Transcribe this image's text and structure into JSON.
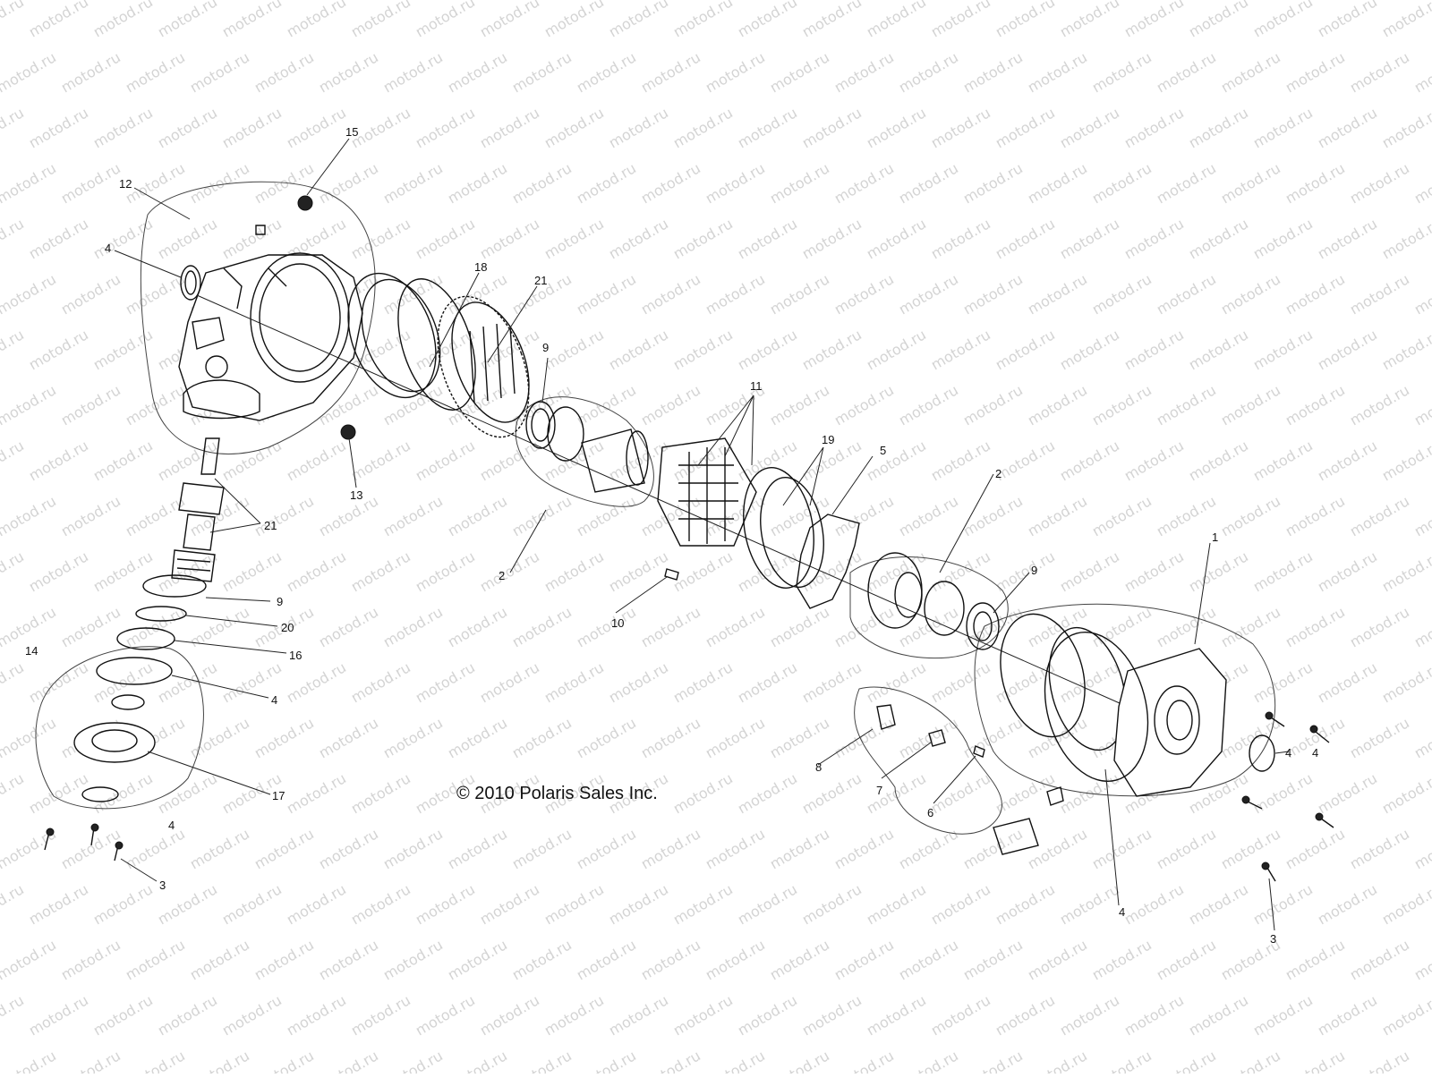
{
  "watermark": "motod.ru",
  "copyright": "© 2010 Polaris Sales Inc.",
  "callouts": [
    "15",
    "12",
    "4",
    "18",
    "21",
    "9",
    "11",
    "13",
    "21",
    "19",
    "5",
    "2",
    "2",
    "9",
    "20",
    "16",
    "4",
    "10",
    "1",
    "9",
    "14",
    "4",
    "17",
    "8",
    "7",
    "6",
    "4",
    "3",
    "4",
    "4",
    "3"
  ]
}
